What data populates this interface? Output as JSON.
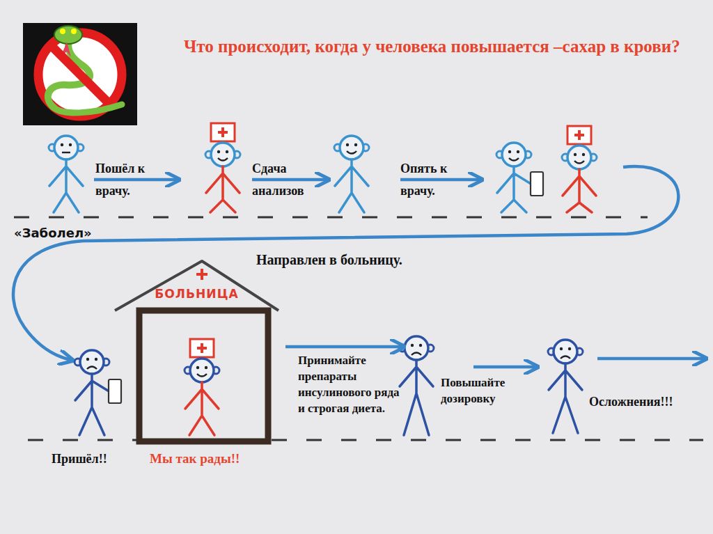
{
  "diagram": {
    "title": "Что происходит, когда у человека повышается –сахар в крови?",
    "nodes": [
      {
        "text": [
          "БОЛЬНИЦА"
        ]
      }
    ],
    "labels": [
      "«Заболел»",
      "Пошёл к врачу.",
      "Сдача анализов",
      "Опять к врачу.",
      "Направлен в больницу.",
      "Пришёл!!",
      "Мы так рады!!",
      "Принимайте препараты инсулинового ряда и строгая диета.",
      "Повышайте дозировку",
      "Осложнения!!!"
    ]
  }
}
